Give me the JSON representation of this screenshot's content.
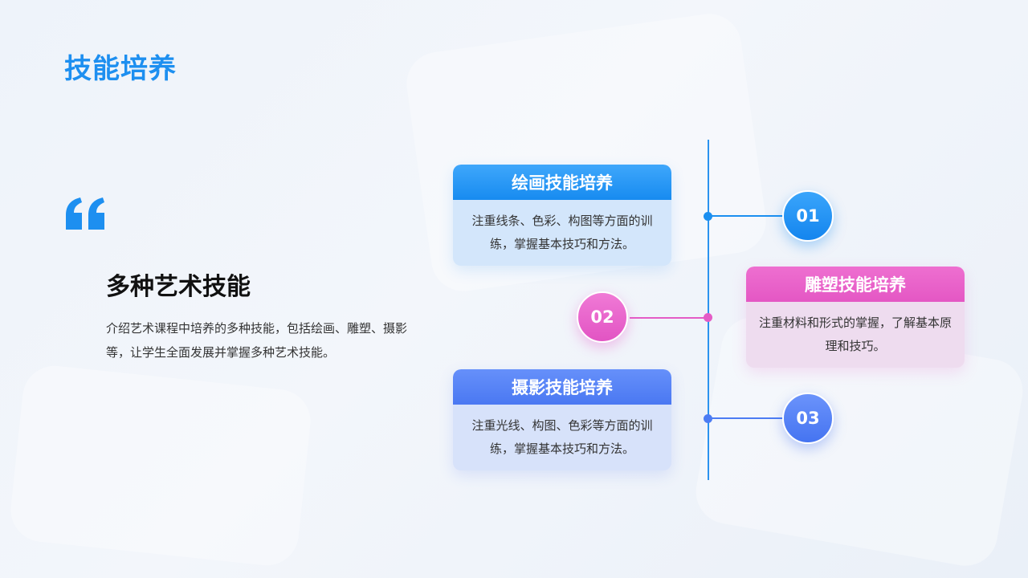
{
  "page": {
    "title": "技能培养"
  },
  "intro": {
    "quote_icon": "quote-mark-icon",
    "heading": "多种艺术技能",
    "description": "介绍艺术课程中培养的多种技能，包括绘画、雕塑、摄影等，让学生全面发展并掌握多种艺术技能。"
  },
  "timeline": {
    "items": [
      {
        "number": "01",
        "title": "绘画技能培养",
        "body": "注重线条、色彩、构图等方面的训练，掌握基本技巧和方法。",
        "color": "#1b8ff0"
      },
      {
        "number": "02",
        "title": "雕塑技能培养",
        "body": "注重材料和形式的掌握，了解基本原理和技巧。",
        "color": "#e45cc6"
      },
      {
        "number": "03",
        "title": "摄影技能培养",
        "body": "注重光线、构图、色彩等方面的训练，掌握基本技巧和方法。",
        "color": "#4c7cf3"
      }
    ]
  },
  "colors": {
    "accent": "#1d8ff0",
    "pink": "#e45cc6",
    "indigo": "#4c7cf3"
  }
}
